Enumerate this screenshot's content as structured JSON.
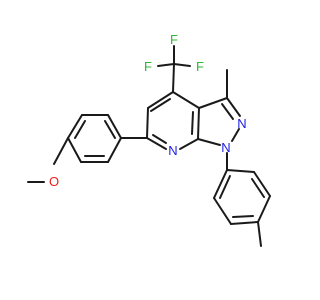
{
  "molecule": {
    "atoms": {
      "F_top": "F",
      "F_left": "F",
      "F_right": "F",
      "O": "O",
      "N_ring": "N",
      "N_upper": "N",
      "N_lower": "N"
    },
    "colors": {
      "bond": "#1a1a1a",
      "oxygen": "#e8201e",
      "nitrogen": "#2020e0",
      "fluorine": "#33b833"
    }
  }
}
